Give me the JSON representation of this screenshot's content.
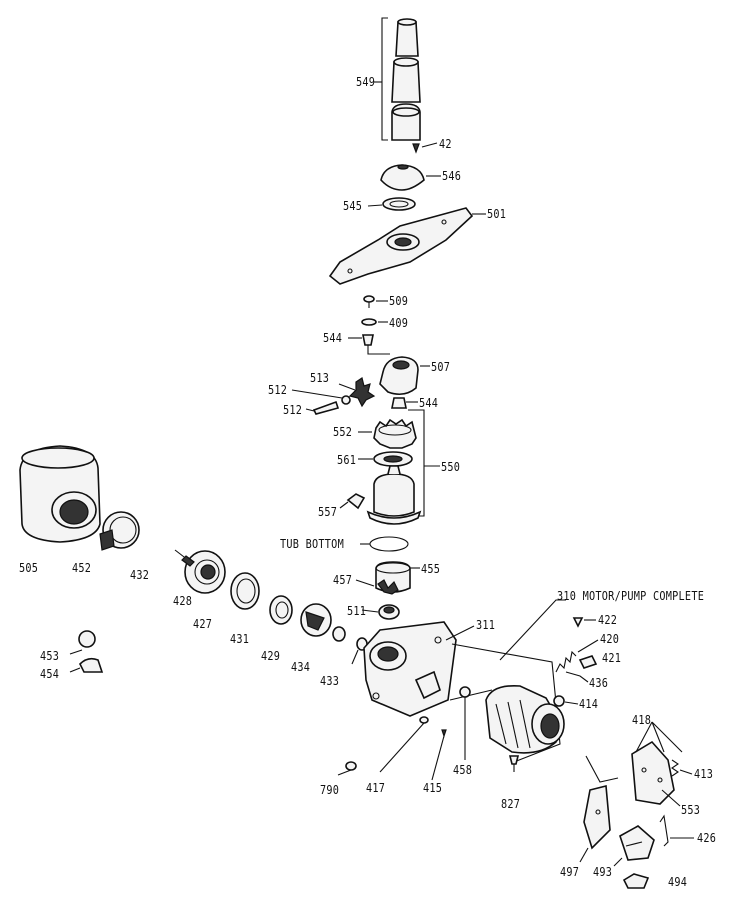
{
  "diagram": {
    "callouts": [
      {
        "id": "549",
        "text": "549"
      },
      {
        "id": "42",
        "text": "42"
      },
      {
        "id": "546",
        "text": "546"
      },
      {
        "id": "545",
        "text": "545"
      },
      {
        "id": "501",
        "text": "501"
      },
      {
        "id": "509",
        "text": "509"
      },
      {
        "id": "409",
        "text": "409"
      },
      {
        "id": "544a",
        "text": "544"
      },
      {
        "id": "507",
        "text": "507"
      },
      {
        "id": "513",
        "text": "513"
      },
      {
        "id": "512a",
        "text": "512"
      },
      {
        "id": "512b",
        "text": "512"
      },
      {
        "id": "544b",
        "text": "544"
      },
      {
        "id": "552",
        "text": "552"
      },
      {
        "id": "561",
        "text": "561"
      },
      {
        "id": "550",
        "text": "550"
      },
      {
        "id": "557",
        "text": "557"
      },
      {
        "id": "tub",
        "text": "TUB BOTTOM"
      },
      {
        "id": "505",
        "text": "505"
      },
      {
        "id": "452",
        "text": "452"
      },
      {
        "id": "432",
        "text": "432"
      },
      {
        "id": "428",
        "text": "428"
      },
      {
        "id": "457",
        "text": "457"
      },
      {
        "id": "455",
        "text": "455"
      },
      {
        "id": "310",
        "text": "310 MOTOR/PUMP COMPLETE"
      },
      {
        "id": "311",
        "text": "311"
      },
      {
        "id": "511",
        "text": "511"
      },
      {
        "id": "427",
        "text": "427"
      },
      {
        "id": "431",
        "text": "431"
      },
      {
        "id": "429",
        "text": "429"
      },
      {
        "id": "434",
        "text": "434"
      },
      {
        "id": "433",
        "text": "433"
      },
      {
        "id": "422",
        "text": "422"
      },
      {
        "id": "420",
        "text": "420"
      },
      {
        "id": "421",
        "text": "421"
      },
      {
        "id": "436",
        "text": "436"
      },
      {
        "id": "414",
        "text": "414"
      },
      {
        "id": "453",
        "text": "453"
      },
      {
        "id": "454",
        "text": "454"
      },
      {
        "id": "418",
        "text": "418"
      },
      {
        "id": "413",
        "text": "413"
      },
      {
        "id": "553",
        "text": "553"
      },
      {
        "id": "790",
        "text": "790"
      },
      {
        "id": "417",
        "text": "417"
      },
      {
        "id": "415",
        "text": "415"
      },
      {
        "id": "458",
        "text": "458"
      },
      {
        "id": "827",
        "text": "827"
      },
      {
        "id": "426",
        "text": "426"
      },
      {
        "id": "497",
        "text": "497"
      },
      {
        "id": "493",
        "text": "493"
      },
      {
        "id": "494",
        "text": "494"
      }
    ]
  }
}
